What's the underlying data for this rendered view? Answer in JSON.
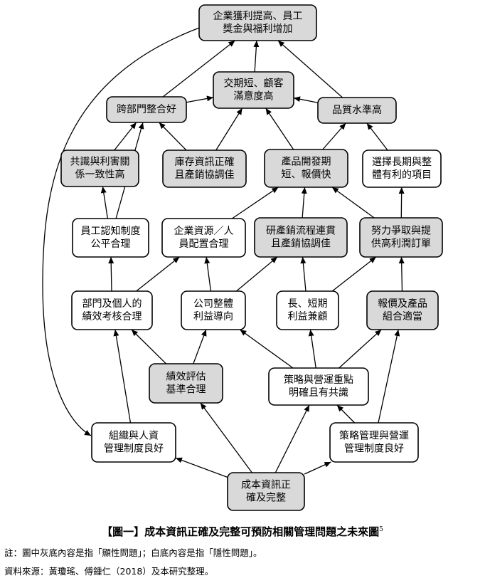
{
  "colors": {
    "shaded": "#d9d9d9",
    "plain": "#ffffff",
    "line": "#000000"
  },
  "nodes": [
    {
      "id": "profit",
      "lines": [
        "企業獲利提高、員工",
        "獎金與福利增加"
      ],
      "shaded": true
    },
    {
      "id": "satisfaction",
      "lines": [
        "交期短、顧客",
        "滿意度高"
      ],
      "shaded": true
    },
    {
      "id": "cross_dept",
      "lines": [
        "跨部門整合好"
      ],
      "shaded": true
    },
    {
      "id": "quality",
      "lines": [
        "品質水準高"
      ],
      "shaded": true
    },
    {
      "id": "consensus",
      "lines": [
        "共識與利害關",
        "係一致性高"
      ],
      "shaded": true
    },
    {
      "id": "inventory",
      "lines": [
        "庫存資訊正確",
        "且產銷協調佳"
      ],
      "shaded": true
    },
    {
      "id": "product_dev",
      "lines": [
        "產品開發期",
        "短、報價快"
      ],
      "shaded": true
    },
    {
      "id": "long_term",
      "lines": [
        "選擇長期與整",
        "體有利的項目"
      ],
      "shaded": false
    },
    {
      "id": "recognition",
      "lines": [
        "員工認知制度",
        "公平合理"
      ],
      "shaded": false
    },
    {
      "id": "resources",
      "lines": [
        "企業資源／人",
        "員配置合理"
      ],
      "shaded": false
    },
    {
      "id": "rd_flow",
      "lines": [
        "研產銷流程連貫",
        "且產銷協調佳"
      ],
      "shaded": true
    },
    {
      "id": "pricing",
      "lines": [
        "努力爭取與提",
        "供高利潤訂單"
      ],
      "shaded": true
    },
    {
      "id": "perf_eval",
      "lines": [
        "部門及個人的",
        "績效考核合理"
      ],
      "shaded": false
    },
    {
      "id": "company_profit",
      "lines": [
        "公司整體",
        "利益導向"
      ],
      "shaded": false
    },
    {
      "id": "long_short",
      "lines": [
        "長、短期",
        "利益兼顧"
      ],
      "shaded": false
    },
    {
      "id": "quote_mix",
      "lines": [
        "報價及產品",
        "組合適當"
      ],
      "shaded": true
    },
    {
      "id": "kpi",
      "lines": [
        "績效評估",
        "基準合理"
      ],
      "shaded": true
    },
    {
      "id": "strategy",
      "lines": [
        "策略與營運重點",
        "明確且有共識"
      ],
      "shaded": false
    },
    {
      "id": "org",
      "lines": [
        "組織與人資",
        "管理制度良好"
      ],
      "shaded": false
    },
    {
      "id": "strat_mgmt",
      "lines": [
        "策略管理與營運",
        "管理制度良好"
      ],
      "shaded": false
    },
    {
      "id": "info",
      "lines": [
        "成本資訊正",
        "確及完整"
      ],
      "shaded": true
    }
  ],
  "edges": [
    [
      "satisfaction",
      "profit"
    ],
    [
      "cross_dept",
      "profit"
    ],
    [
      "quality",
      "profit"
    ],
    [
      "cross_dept",
      "satisfaction"
    ],
    [
      "quality",
      "satisfaction"
    ],
    [
      "consensus",
      "cross_dept"
    ],
    [
      "recognition",
      "cross_dept"
    ],
    [
      "inventory",
      "cross_dept"
    ],
    [
      "inventory",
      "satisfaction"
    ],
    [
      "product_dev",
      "satisfaction"
    ],
    [
      "product_dev",
      "quality"
    ],
    [
      "long_term",
      "quality"
    ],
    [
      "recognition",
      "consensus"
    ],
    [
      "resources",
      "product_dev"
    ],
    [
      "rd_flow",
      "product_dev"
    ],
    [
      "pricing",
      "product_dev"
    ],
    [
      "pricing",
      "long_term"
    ],
    [
      "perf_eval",
      "recognition"
    ],
    [
      "perf_eval",
      "resources"
    ],
    [
      "company_profit",
      "resources"
    ],
    [
      "company_profit",
      "rd_flow"
    ],
    [
      "long_short",
      "rd_flow"
    ],
    [
      "long_short",
      "pricing"
    ],
    [
      "quote_mix",
      "pricing"
    ],
    [
      "kpi",
      "perf_eval"
    ],
    [
      "kpi",
      "company_profit"
    ],
    [
      "strategy",
      "company_profit"
    ],
    [
      "strategy",
      "long_short"
    ],
    [
      "strategy",
      "quote_mix"
    ],
    [
      "org",
      "perf_eval"
    ],
    [
      "strat_mgmt",
      "strategy"
    ],
    [
      "strat_mgmt",
      "quote_mix"
    ],
    [
      "info",
      "org"
    ],
    [
      "info",
      "kpi"
    ],
    [
      "info",
      "strategy"
    ],
    [
      "info",
      "strat_mgmt"
    ],
    [
      "org",
      "profit"
    ]
  ],
  "caption": {
    "text": "【圖一】成本資訊正確及完整可預防相關管理問題之未來圖",
    "sup": "5"
  },
  "notes": {
    "legend": "註：圖中灰底內容是指「顯性問題」；白底內容是指「隱性問題」。",
    "source": "資料來源：黃瓊瑤、傅鍾仁（2018）及本研究整理。"
  }
}
